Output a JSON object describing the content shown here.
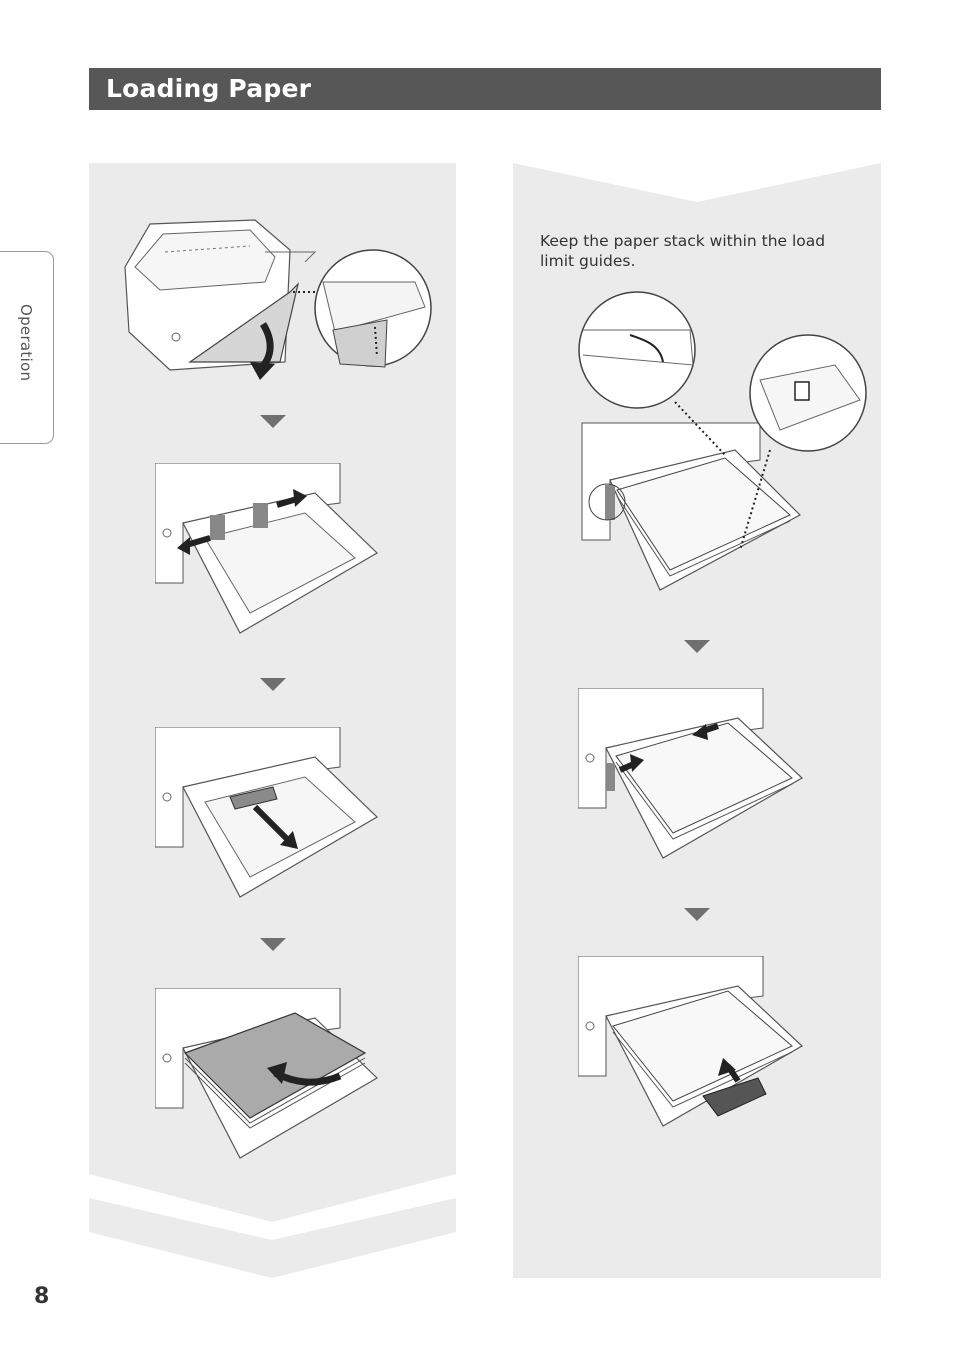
{
  "header": {
    "title": "Loading Paper"
  },
  "side_tab": {
    "label": "Operation"
  },
  "page": {
    "number": "8"
  },
  "right_panel": {
    "instruction": "Keep the paper stack within the load limit guides."
  },
  "colors": {
    "title_bar": "#575757",
    "panel": "#ebebeb",
    "arrow": "#707070"
  },
  "icons": [
    "step-arrow-icon"
  ]
}
